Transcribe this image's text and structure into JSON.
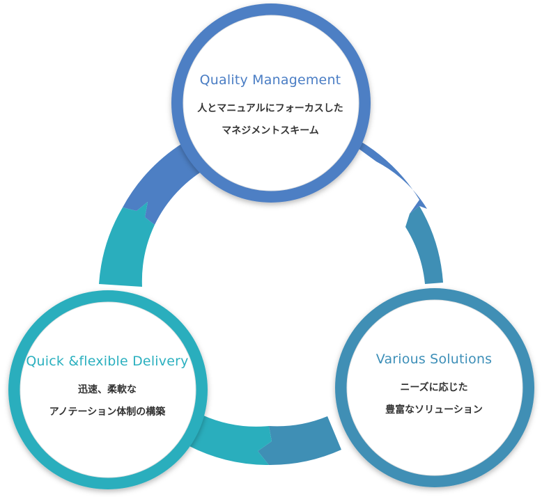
{
  "colors": {
    "blue": "#4d7fc4",
    "blue_title": "#4a7dc4",
    "teal_blue": "#3f8fb5",
    "teal_blue_title": "#3d8fb8",
    "teal": "#2aaebd",
    "teal_title": "#2bb0bf"
  },
  "nodes": [
    {
      "title": "Quality Management",
      "lines": [
        "人とマニュアルにフォーカスした",
        "マネジメントスキーム"
      ]
    },
    {
      "title": "Various Solutions",
      "lines": [
        "ニーズに応じた",
        "豊富なソリューション"
      ]
    },
    {
      "title": "Quick &flexible Delivery",
      "lines": [
        "迅速、柔軟な",
        "アノテーション体制の構築"
      ]
    }
  ]
}
